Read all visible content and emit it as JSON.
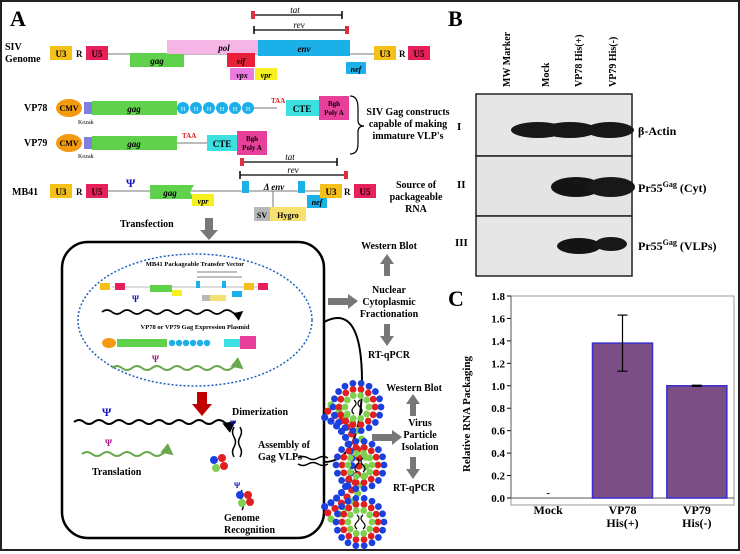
{
  "panel_a": {
    "label": "A",
    "siv": {
      "name_line1": "SIV",
      "name_line2": "Genome",
      "tat": "tat",
      "rev": "rev",
      "u3": "U3",
      "r": "R",
      "u5": "U5",
      "gag": "gag",
      "pol": "pol",
      "env": "env",
      "vif": "vif",
      "vpx": "vpx",
      "vpr": "vpr",
      "nef": "nef"
    },
    "vp78": {
      "name": "VP78",
      "cmv": "CMV",
      "kozak": "Kozak",
      "gag": "gag",
      "his": "H",
      "taa": "TAA",
      "cte": "CTE",
      "bgh1": "Bgh",
      "bgh2": "Poly A"
    },
    "vp79": {
      "name": "VP79",
      "cmv": "CMV",
      "kozak": "Kozak",
      "gag": "gag",
      "taa": "TAA",
      "cte": "CTE",
      "bgh1": "Bgh",
      "bgh2": "Poly A"
    },
    "bracket_note": [
      "SIV Gag constructs",
      "capable of making",
      "immature VLP's"
    ],
    "mb41": {
      "name": "MB41",
      "tat": "tat",
      "rev": "rev",
      "psi": "Ψ",
      "u3": "U3",
      "r": "R",
      "u5": "U5",
      "gag": "gag",
      "vpr": "vpr",
      "denv": "Δ env",
      "sv": "SV",
      "hygro": "Hygro",
      "nef": "nef",
      "note": [
        "Source of",
        "packageable",
        "RNA"
      ]
    },
    "transfection": "Transfection",
    "cell": {
      "mb41_title": "MB41 Packageable Transfer Vector",
      "vp_title": "VP78 or VP79 Gag Expression Plasmid",
      "dimerization": "Dimerization",
      "translation": "Translation",
      "assembly": [
        "Assembly of",
        "Gag VLPs"
      ],
      "genome": [
        "Genome",
        "Recognition"
      ],
      "psi": "Ψ"
    },
    "right_flow": {
      "western1": "Western Blot",
      "fract": [
        "Nuclear",
        "Cytoplasmic",
        "Fractionation"
      ],
      "rtqpcr1": "RT-qPCR",
      "western2": "Western Blot",
      "virus": [
        "Virus",
        "Particle",
        "Isolation"
      ],
      "rtqpcr2": "RT-qPCR"
    }
  },
  "panel_b": {
    "label": "B",
    "lanes": [
      "MW Marker",
      "Mock",
      "VP78 His(+)",
      "VP79 His(-)"
    ],
    "rows": [
      {
        "roman": "I",
        "label_main": "β-Actin",
        "label_sup": "",
        "label_tail": ""
      },
      {
        "roman": "II",
        "label_main": "Pr55",
        "label_sup": "Gag",
        "label_tail": " (Cyt)"
      },
      {
        "roman": "III",
        "label_main": "Pr55",
        "label_sup": "Gag",
        "label_tail": " (VLPs)"
      }
    ]
  },
  "panel_c": {
    "label": "C",
    "chart_data": {
      "type": "bar",
      "categories": [
        "Mock",
        "VP78\nHis(+)",
        "VP79\nHis(-)"
      ],
      "category_lines": [
        [
          "Mock"
        ],
        [
          "VP78",
          "His(+)"
        ],
        [
          "VP79",
          "His(-)"
        ]
      ],
      "values": [
        0.0,
        1.38,
        1.0
      ],
      "errors": [
        0.0,
        0.25,
        0.005
      ],
      "ylabel": "Relative RNA Packaging",
      "ylim": [
        0,
        1.8
      ],
      "yticks": [
        "0.0",
        "0.2",
        "0.4",
        "0.6",
        "0.8",
        "1.0",
        "1.2",
        "1.4",
        "1.6",
        "1.8"
      ],
      "mock_label": "-",
      "bar_color": "#7b4f86",
      "bar_edge": "#3a2ccc"
    }
  }
}
